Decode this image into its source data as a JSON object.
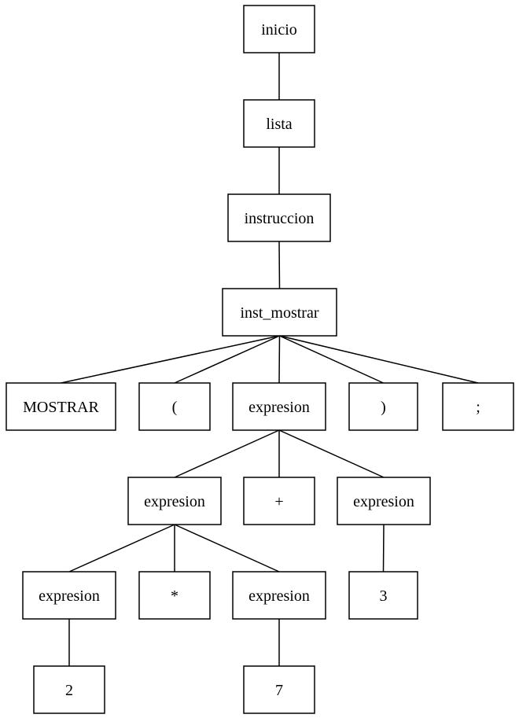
{
  "colors": {
    "line": "#000000",
    "box_fill": "#ffffff",
    "text": "#000000"
  },
  "tree": {
    "label": "inicio",
    "children": [
      {
        "label": "lista",
        "children": [
          {
            "label": "instruccion",
            "children": [
              {
                "label": "inst_mostrar",
                "children": [
                  {
                    "label": "MOSTRAR"
                  },
                  {
                    "label": "("
                  },
                  {
                    "label": "expresion",
                    "children": [
                      {
                        "label": "expresion",
                        "children": [
                          {
                            "label": "expresion",
                            "children": [
                              {
                                "label": "2"
                              }
                            ]
                          },
                          {
                            "label": "*"
                          },
                          {
                            "label": "expresion",
                            "children": [
                              {
                                "label": "7"
                              }
                            ]
                          }
                        ]
                      },
                      {
                        "label": "+"
                      },
                      {
                        "label": "expresion",
                        "children": [
                          {
                            "label": "3"
                          }
                        ]
                      }
                    ]
                  },
                  {
                    "label": ")"
                  },
                  {
                    "label": ";"
                  }
                ]
              }
            ]
          }
        ]
      }
    ]
  }
}
